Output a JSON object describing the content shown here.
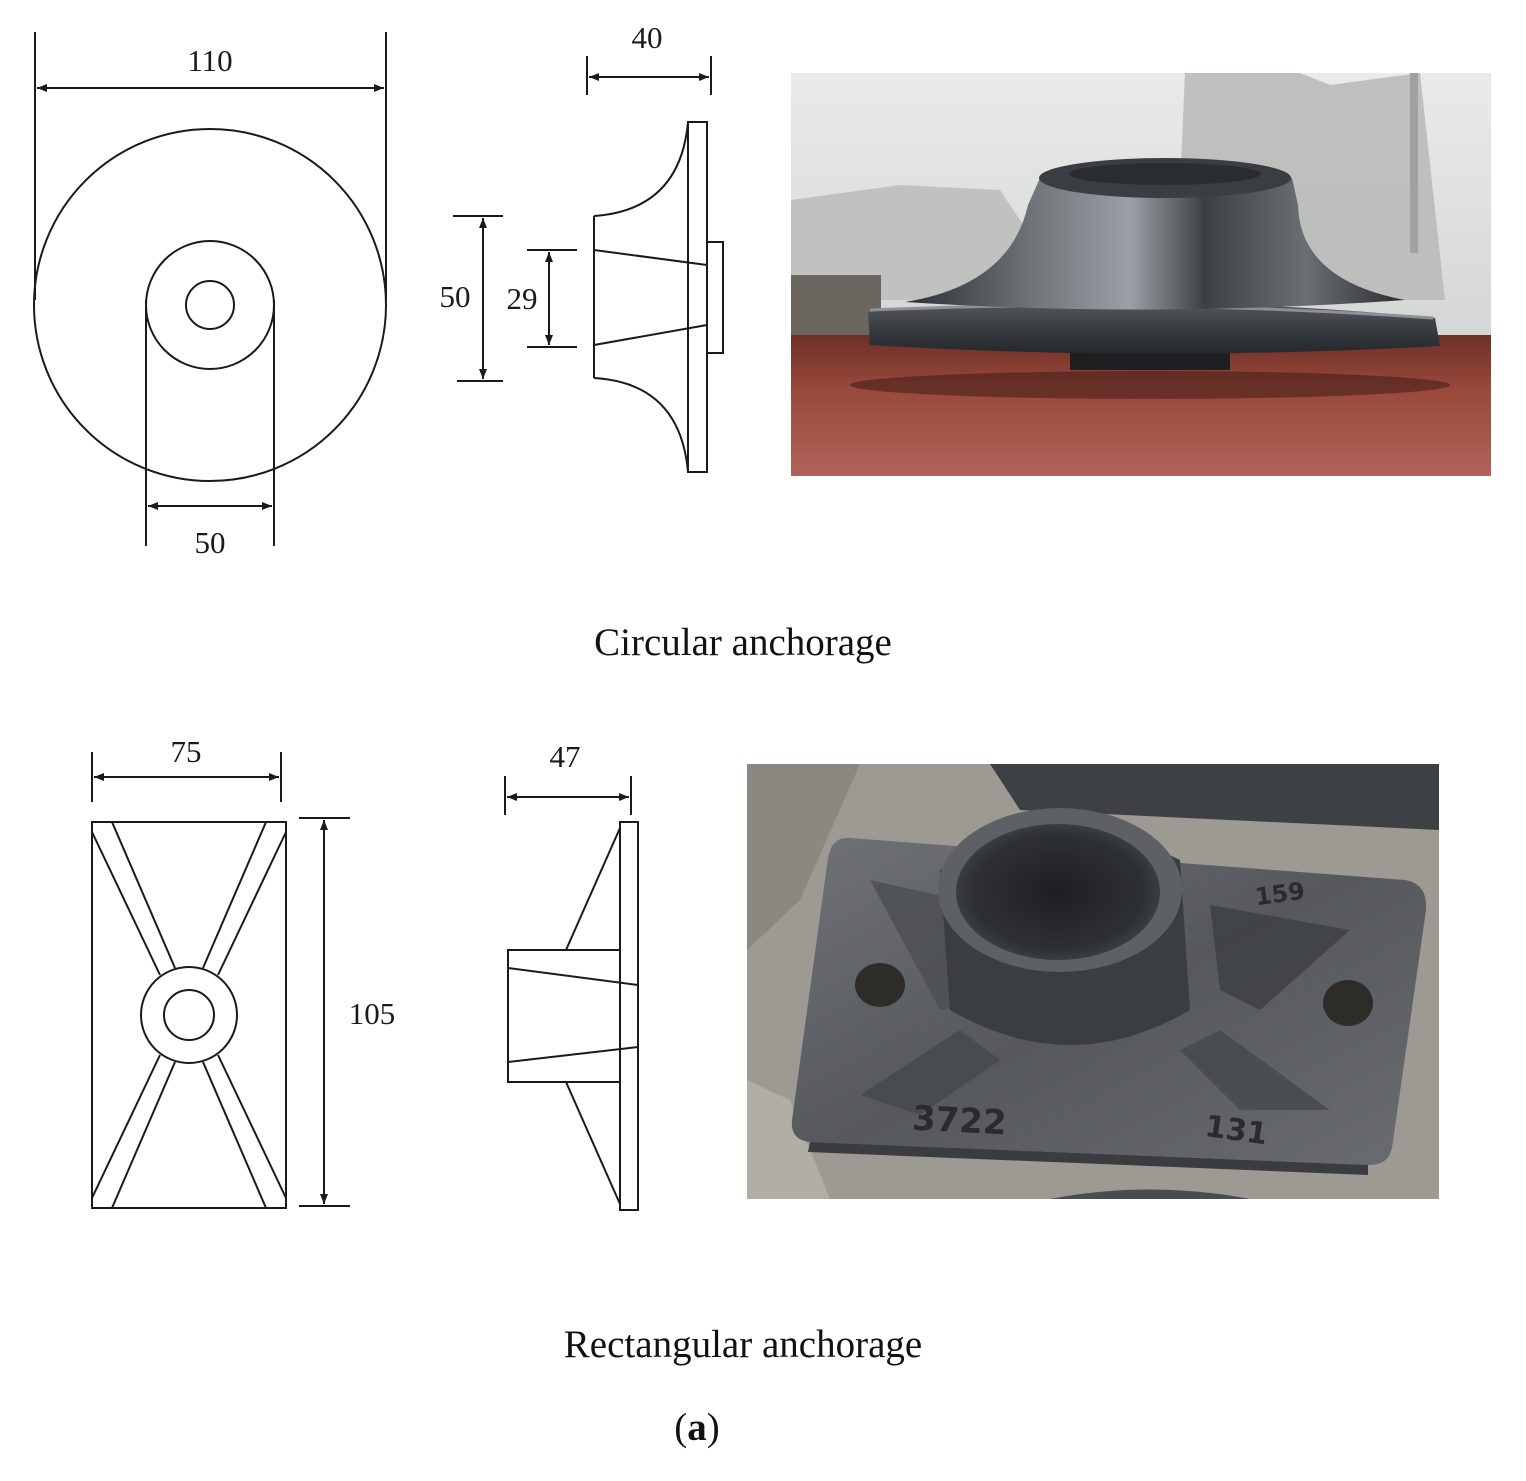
{
  "circular": {
    "dims": {
      "outer_diameter": "110",
      "hub_diameter": "50",
      "depth": "40",
      "cone_height": "50",
      "bore": "29"
    },
    "caption": "Circular anchorage",
    "photo": "circular-anchorage-photo"
  },
  "rectangular": {
    "dims": {
      "width": "75",
      "height": "105",
      "depth": "47"
    },
    "caption": "Rectangular anchorage",
    "photo": "rectangular-anchorage-photo",
    "photo_markings": [
      "3722",
      "131",
      "159"
    ]
  },
  "panel_label": {
    "open": "(",
    "letter": "a",
    "close": ")"
  },
  "colors": {
    "line": "#1a1a1a",
    "photo1_floor": "#8a3a30",
    "photo1_wall": "#d8dad8",
    "metal": "#5a5e62",
    "photo2_bg": "#9a9890"
  }
}
